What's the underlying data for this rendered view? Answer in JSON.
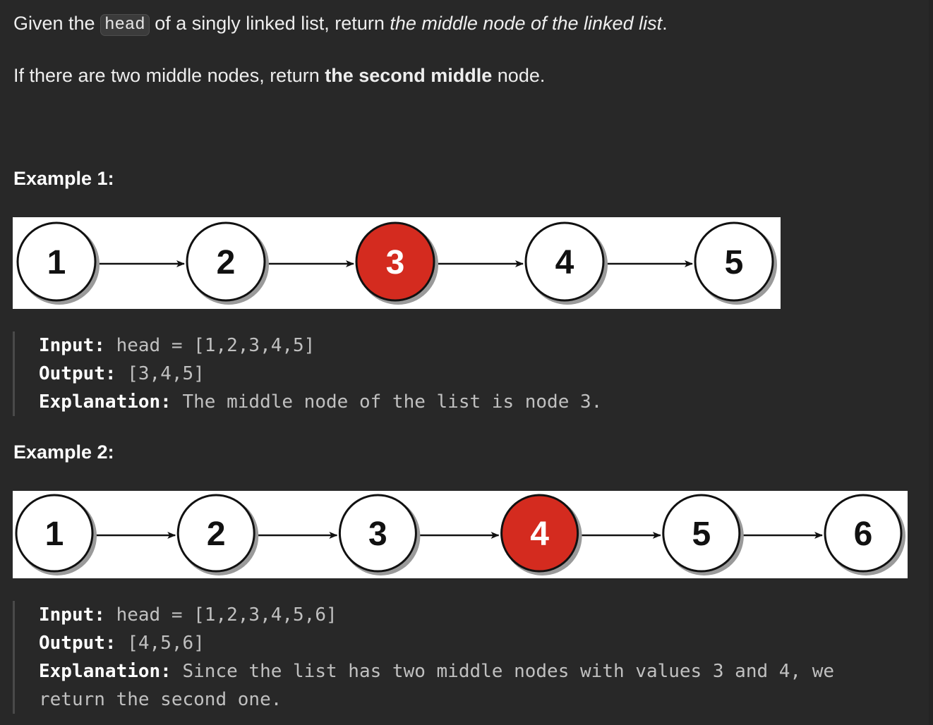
{
  "problem": {
    "p1_pre": "Given the ",
    "p1_code": "head",
    "p1_mid": " of a singly linked list, return ",
    "p1_em": "the middle node of the linked list",
    "p1_post": ".",
    "p2_pre": "If there are two middle nodes, return ",
    "p2_strong": "the second middle",
    "p2_post": " node."
  },
  "examples": [
    {
      "title": "Example 1:",
      "nodes": [
        "1",
        "2",
        "3",
        "4",
        "5"
      ],
      "highlight_index": 2,
      "input_label": "Input:",
      "input_value": "head = [1,2,3,4,5]",
      "output_label": "Output:",
      "output_value": "[3,4,5]",
      "explanation_label": "Explanation:",
      "explanation_line1": "The middle node of the list is node 3.",
      "explanation_line2": ""
    },
    {
      "title": "Example 2:",
      "nodes": [
        "1",
        "2",
        "3",
        "4",
        "5",
        "6"
      ],
      "highlight_index": 3,
      "input_label": "Input:",
      "input_value": "head = [1,2,3,4,5,6]",
      "output_label": "Output:",
      "output_value": "[4,5,6]",
      "explanation_label": "Explanation:",
      "explanation_line1": "Since the list has two middle nodes with values 3 and 4, we",
      "explanation_line2": "return the second one."
    }
  ],
  "colors": {
    "background": "#282828",
    "highlight_node": "#d42b1f",
    "node_fill": "#ffffff",
    "node_stroke": "#111111"
  }
}
